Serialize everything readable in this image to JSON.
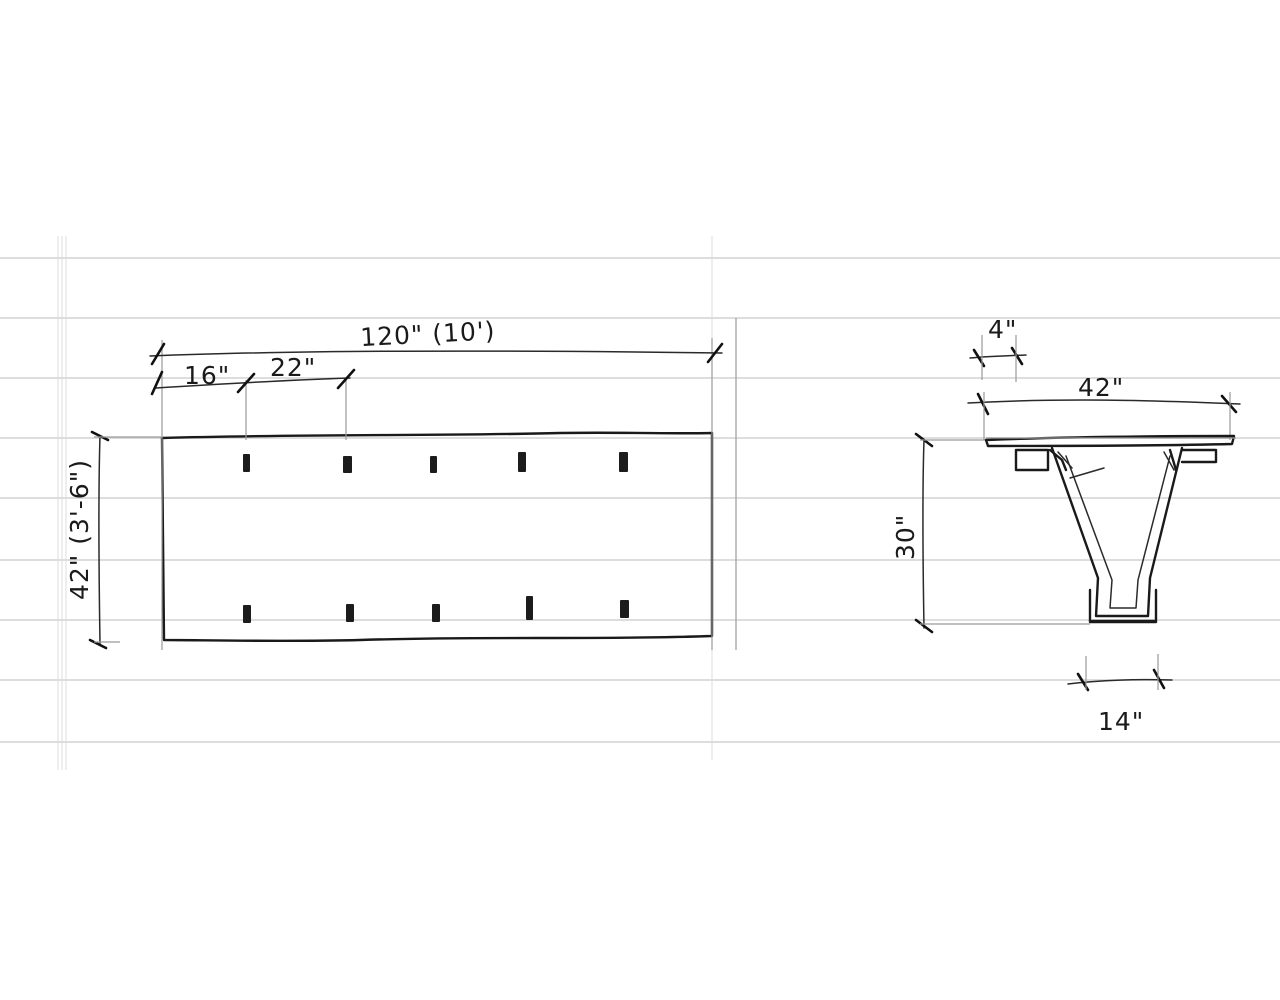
{
  "sketch": {
    "plan_view": {
      "overall_length_label": "120\" (10')",
      "end_offset_label": "16\"",
      "spacing_label": "22\"",
      "width_label": "42\" (3'-6\")",
      "slots_per_row": 5,
      "rows": 2
    },
    "section_view": {
      "overhang_label": "4\"",
      "top_width_label": "42\"",
      "height_label": "30\"",
      "base_width_label": "14\""
    }
  }
}
